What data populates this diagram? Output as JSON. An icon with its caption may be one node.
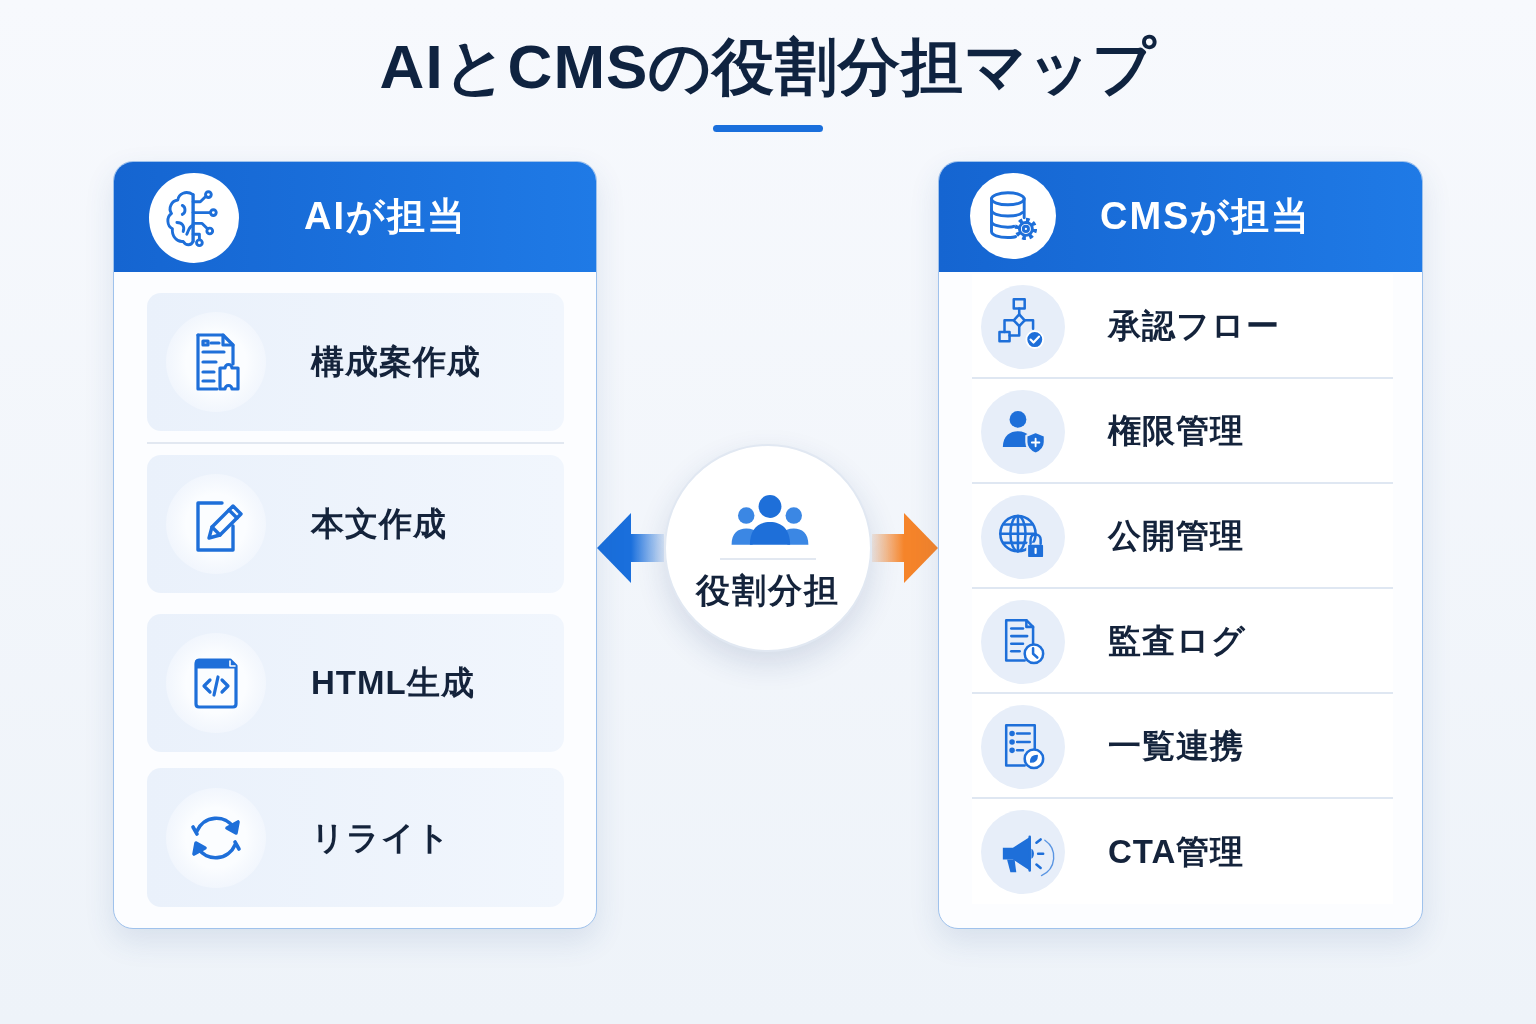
{
  "diagram": {
    "title": "AIとCMSの役割分担マップ",
    "nodes": [
      {
        "text": [
          "AIが担当"
        ]
      },
      {
        "text": [
          "構成案作成"
        ],
        "in": 0
      },
      {
        "text": [
          "本文作成"
        ],
        "in": 0
      },
      {
        "text": [
          "HTML生成"
        ],
        "in": 0
      },
      {
        "text": [
          "リライト"
        ],
        "in": 0
      },
      {
        "text": [
          "役割分担"
        ]
      },
      {
        "text": [
          "CMSが担当"
        ]
      },
      {
        "text": [
          "承認フロー"
        ],
        "in": 6
      },
      {
        "text": [
          "権限管理"
        ],
        "in": 6
      },
      {
        "text": [
          "公開管理"
        ],
        "in": 6
      },
      {
        "text": [
          "監査ログ"
        ],
        "in": 6
      },
      {
        "text": [
          "一覧連携"
        ],
        "in": 6
      },
      {
        "text": [
          "CTA管理"
        ],
        "in": 6
      }
    ],
    "edges": [
      {
        "from": 5,
        "to": 0,
        "arrow": "to",
        "style": "thick",
        "color": "#1a6fdc"
      },
      {
        "from": 5,
        "to": 6,
        "arrow": "to",
        "style": "thick",
        "color": "#f5842a"
      }
    ]
  }
}
